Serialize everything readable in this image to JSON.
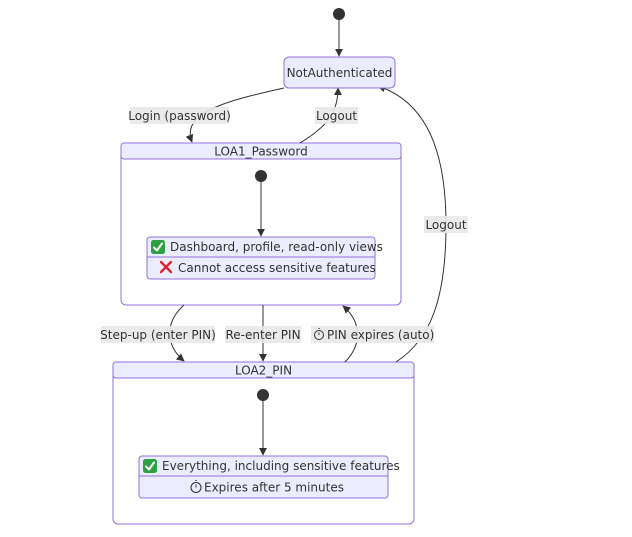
{
  "states": {
    "not_authenticated": "NotAuthenticated",
    "loa1": {
      "title": "LOA1_Password",
      "line1": "Dashboard, profile, read-only views",
      "line2": "Cannot access sensitive features"
    },
    "loa2": {
      "title": "LOA2_PIN",
      "line1": "Everything, including sensitive features",
      "line2": "Expires after 5 minutes"
    }
  },
  "transitions": {
    "login": "Login (password)",
    "logout_from_loa1": "Logout",
    "step_up": "Step-up (enter PIN)",
    "re_enter_pin": "Re-enter PIN",
    "pin_expires": "PIN expires (auto)",
    "logout_from_loa2": "Logout"
  },
  "icons": {
    "check": "check-mark-icon",
    "cross": "cross-mark-icon",
    "stopwatch": "stopwatch-icon"
  },
  "colors": {
    "node_fill": "#ECECFF",
    "node_stroke": "#9370DB",
    "edge": "#333333",
    "label_bg": "#e8e8e8",
    "check": "#2EA043",
    "cross": "#E0242F"
  }
}
